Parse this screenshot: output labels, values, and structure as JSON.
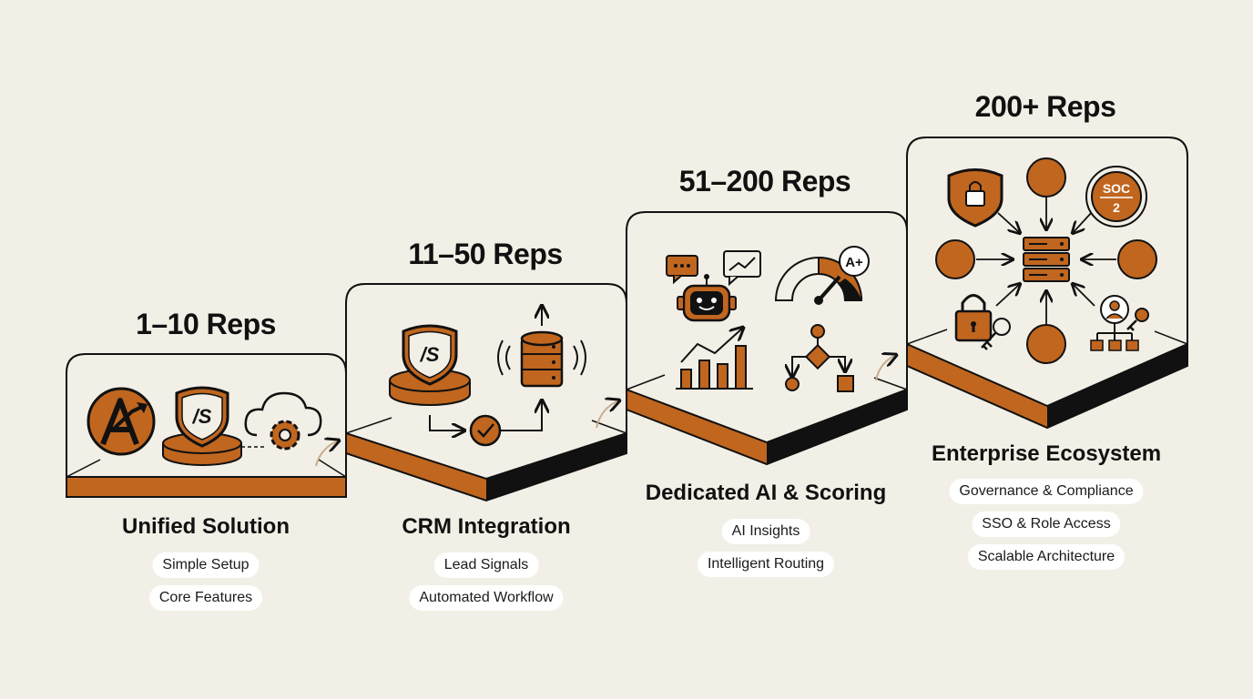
{
  "stages": [
    {
      "size_label": "1–10 Reps",
      "name": "Unified Solution",
      "features": [
        "Simple Setup",
        "Core Features"
      ]
    },
    {
      "size_label": "11–50 Reps",
      "name": "CRM Integration",
      "features": [
        "Lead Signals",
        "Automated Workflow"
      ]
    },
    {
      "size_label": "51–200 Reps",
      "name": "Dedicated AI & Scoring",
      "features": [
        "AI Insights",
        "Intelligent Routing"
      ]
    },
    {
      "size_label": "200+ Reps",
      "name": "Enterprise Ecosystem",
      "features": [
        "Governance & Compliance",
        "SSO & Role Access",
        "Scalable Architecture"
      ]
    }
  ],
  "icon_text": {
    "logo": "/S",
    "soc": "SOC",
    "soc_level": "2",
    "grade": "A+"
  },
  "colors": {
    "accent": "#c0661f",
    "ink": "#111111",
    "background": "#f2efe6",
    "pill": "#ffffff"
  },
  "icons": [
    "growth-logo-icon",
    "shield-logo-icon",
    "cloud-gear-icon",
    "database-icon",
    "check-icon",
    "chat-icon",
    "robot-icon",
    "trend-chart-icon",
    "gauge-icon",
    "flowchart-icon",
    "lock-shield-icon",
    "server-icon",
    "soc2-badge-icon",
    "padlock-key-icon",
    "user-key-icon"
  ]
}
